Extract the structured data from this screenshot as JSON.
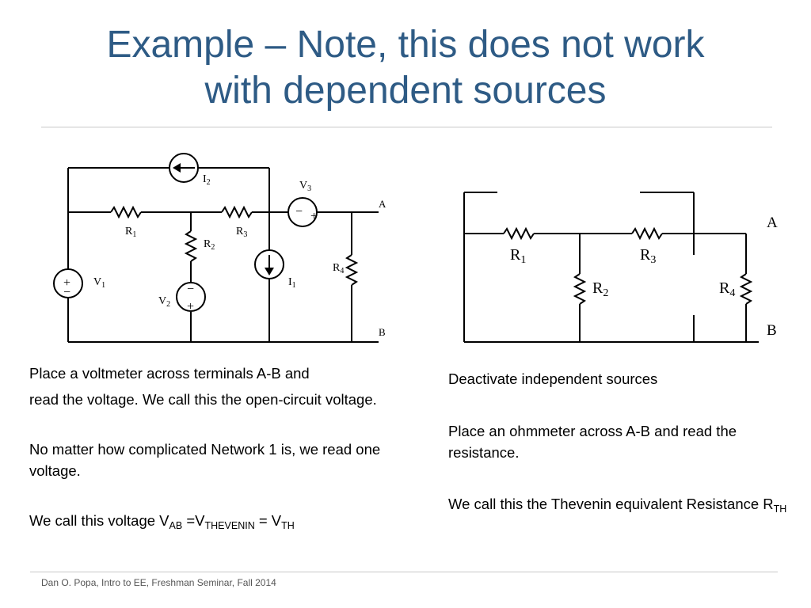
{
  "slide": {
    "title_line1": "Example – Note, this does not work",
    "title_line2": "with dependent sources",
    "title_color": "#2e5b85",
    "footer": "Dan O. Popa, Intro to EE, Freshman Seminar, Fall 2014"
  },
  "left_circuit": {
    "labels": {
      "I": "I",
      "V": "V",
      "R": "R",
      "sub1": "1",
      "sub2": "2",
      "sub3": "3",
      "sub4": "4",
      "A": "A",
      "B": "B",
      "plus": "+",
      "minus": "−"
    }
  },
  "right_circuit": {
    "labels": {
      "R": "R",
      "sub1": "1",
      "sub2": "2",
      "sub3": "3",
      "sub4": "4",
      "A": "A",
      "B": "B"
    }
  },
  "left_text": {
    "p1_line1": "Place a voltmeter across terminals A-B and",
    "p1_line2": "read the voltage.  We call this the open-circuit voltage.",
    "p2": "No matter how complicated Network 1 is, we read one voltage.",
    "p3_prefix": "We call this voltage V",
    "p3_sub1": "AB",
    "p3_mid1": " =V",
    "p3_sub2": "THEVENIN",
    "p3_mid2": " = V",
    "p3_sub3": "TH"
  },
  "right_text": {
    "p1": "Deactivate independent sources",
    "p2": "Place an ohmmeter across A-B and read the resistance.",
    "p3_prefix": "We call this the Thevenin equivalent Resistance R",
    "p3_sub": "TH"
  }
}
